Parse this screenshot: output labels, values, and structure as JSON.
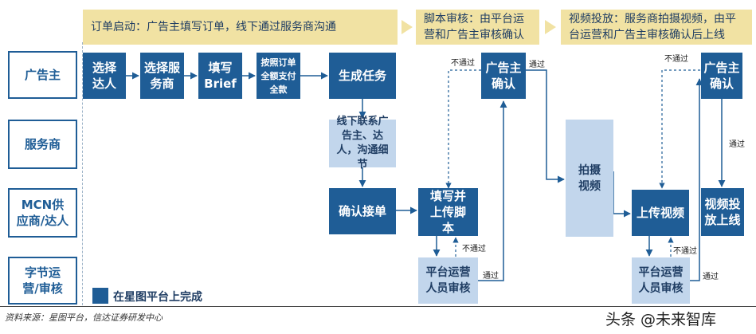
{
  "phases": {
    "p1": "订单启动：广告主填写订单，线下通过服务商沟通",
    "p2": "脚本审核：由平台运营和广告主审核确认",
    "p3": "视频投放：服务商拍摄视频，由平台运营和广告主审核确认后上线"
  },
  "roles": {
    "advertiser": "广告主",
    "provider": "服务商",
    "mcn": "MCN供应商/达人",
    "bytedance": "字节运营/审核"
  },
  "steps": {
    "select_talent": "选择达人",
    "select_provider": "选择服务商",
    "fill_brief": "填写Brief",
    "pay_full": "按照订单全额支付全款",
    "generate_task": "生成任务",
    "offline_contact": "线下联系广告主、达人，沟通细节",
    "confirm_order": "确认接单",
    "write_script": "填写并上传脚本",
    "platform_review_1": "平台运营人员审核",
    "advertiser_confirm_1": "广告主确认",
    "shoot_video": "拍摄视频",
    "upload_video": "上传视频",
    "platform_review_2": "平台运营人员审核",
    "advertiser_confirm_2": "广告主确认",
    "video_launch": "视频投放上线"
  },
  "edge_labels": {
    "fail_1": "不通过",
    "pass_1": "通过",
    "fail_2": "不通过",
    "pass_2": "通过",
    "fail_3": "不通过",
    "pass_3": "通过",
    "fail_4": "不通过",
    "pass_4": "通过"
  },
  "legend": "在星图平台上完成",
  "source": "资料来源：星图平台，信达证券研发中心",
  "watermark": "头条 @未来智库",
  "colors": {
    "dark_blue": "#1f5d96",
    "light_blue": "#c2d6ec",
    "banner": "#f1e2a3",
    "banner_text": "#1f3d63"
  }
}
